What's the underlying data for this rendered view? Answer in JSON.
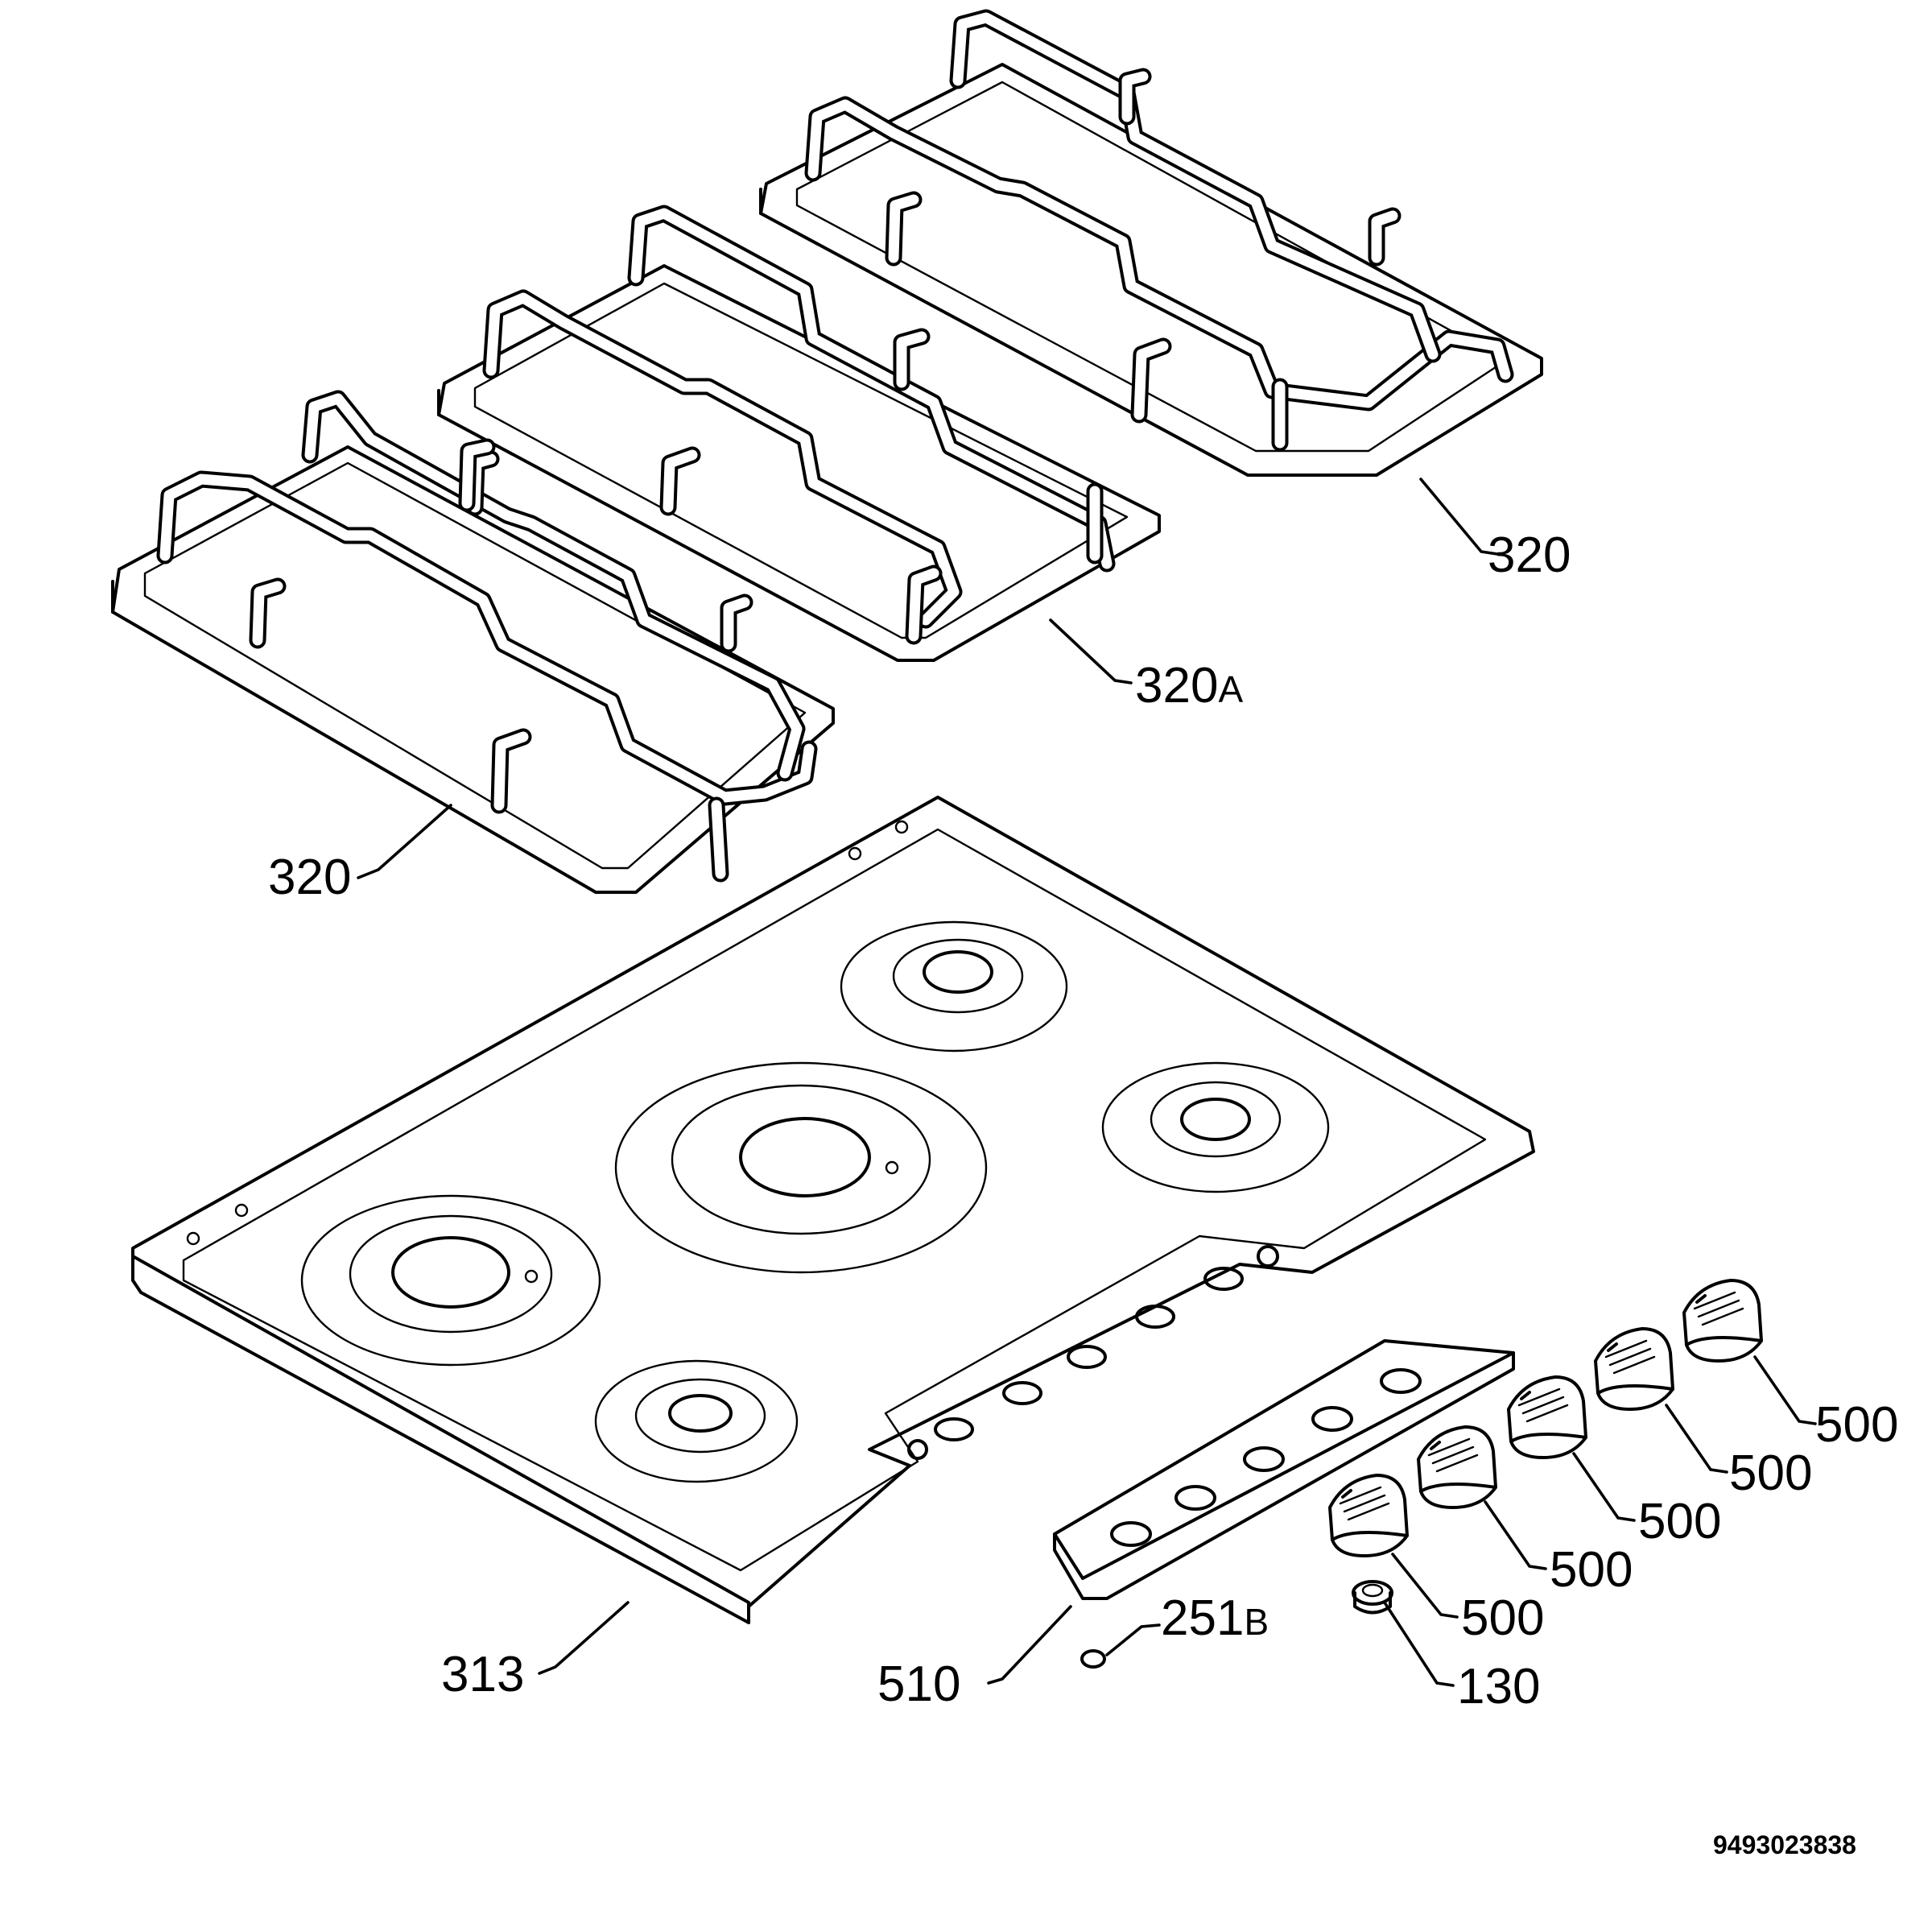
{
  "parts": {
    "grid_front_left": "320",
    "grid_middle_base": "320",
    "grid_middle_suffix": "A",
    "grid_rear_right": "320",
    "hob_top": "313",
    "control_panel": "510",
    "panel_plug_base": "251",
    "panel_plug_suffix": "B",
    "knob_1": "500",
    "knob_2": "500",
    "knob_3": "500",
    "knob_4": "500",
    "knob_5": "500",
    "spark_button": "130"
  },
  "document_number": "9493023838"
}
